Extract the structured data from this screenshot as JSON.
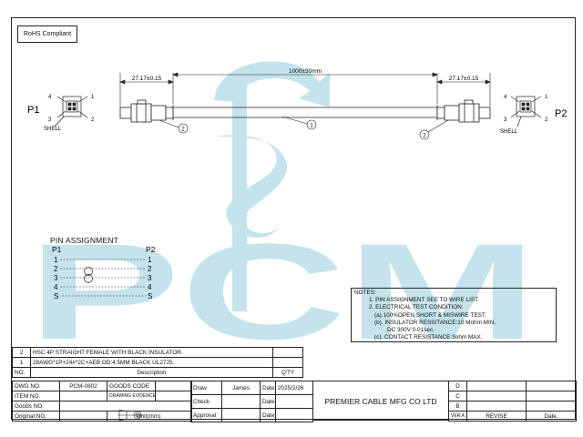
{
  "rohs": "RoHS Compliant",
  "dimensions": {
    "left_connector": "27.17±0.15",
    "right_connector": "27.17±0.15",
    "cable_length": "1000±30mm"
  },
  "ends": {
    "p1": "P1",
    "p2": "P2",
    "shell": "SHELL",
    "pins": [
      "1",
      "2",
      "3",
      "4"
    ]
  },
  "balloons": {
    "cable": "1",
    "connector": "2"
  },
  "watermark": "PCM",
  "pin_assignment": {
    "title": "PIN  ASSIGNMENT",
    "p1": "P1",
    "p2": "P2",
    "rows": [
      {
        "left": "1",
        "right": "1"
      },
      {
        "left": "2",
        "right": "2"
      },
      {
        "left": "3",
        "right": "3"
      },
      {
        "left": "4",
        "right": "4"
      },
      {
        "left": "S",
        "right": "S"
      }
    ]
  },
  "notes": {
    "title": "NOTES:",
    "lines": [
      "1. PIN ASSIGNMENT SEE TO WIRE LIST.",
      "2. ELECTRICAL TEST CONDITION:",
      "(a).100%OPEN,SHORT & MISWIRE TEST.",
      "(b). INSULATOR RESISTANCE:10 Mohm MIN.",
      "DC 300V 0.01sec.",
      "(c). CONTACT RESISTANCE:3ohm MAX."
    ]
  },
  "bom": [
    {
      "no": "2",
      "description": "HSC 4P STRAIGHT FEMALE WITH BLACK INSULATOR.",
      "qty": ""
    },
    {
      "no": "1",
      "description": "28AWG*1P+24#*2C+AEB OD:4.5MM BLACK  UL2725.",
      "qty": ""
    }
  ],
  "bom_header": {
    "no": "NO.",
    "description": "Description",
    "qty": "Q'TY"
  },
  "title_block": {
    "dwg_no_label": "DWG NO.",
    "dwg_no": "PCM-0802",
    "goods_code_label": "GOODS CODE",
    "item_no_label": "ITEM NO.",
    "drawing_evidence_label": "DRAWING EVIDENCE",
    "goods_no_label": "Goods NO.",
    "original_no_label": "Original NO.",
    "unit_label": "Unit(mm)",
    "draw_label": "Draw",
    "draw_name": "James",
    "check_label": "Check",
    "approval_label": "Approval",
    "date_label": "Date",
    "date_value": "2025/2/26",
    "company": "PREMIER CABLE MFG CO LTD",
    "revisions": [
      "D",
      "C",
      "B"
    ],
    "ver_label": "VER.A",
    "revise_label": "REVISE",
    "rev_date_label": "Date."
  },
  "colors": {
    "watermark": "#c4e3ed",
    "line": "#222222"
  }
}
